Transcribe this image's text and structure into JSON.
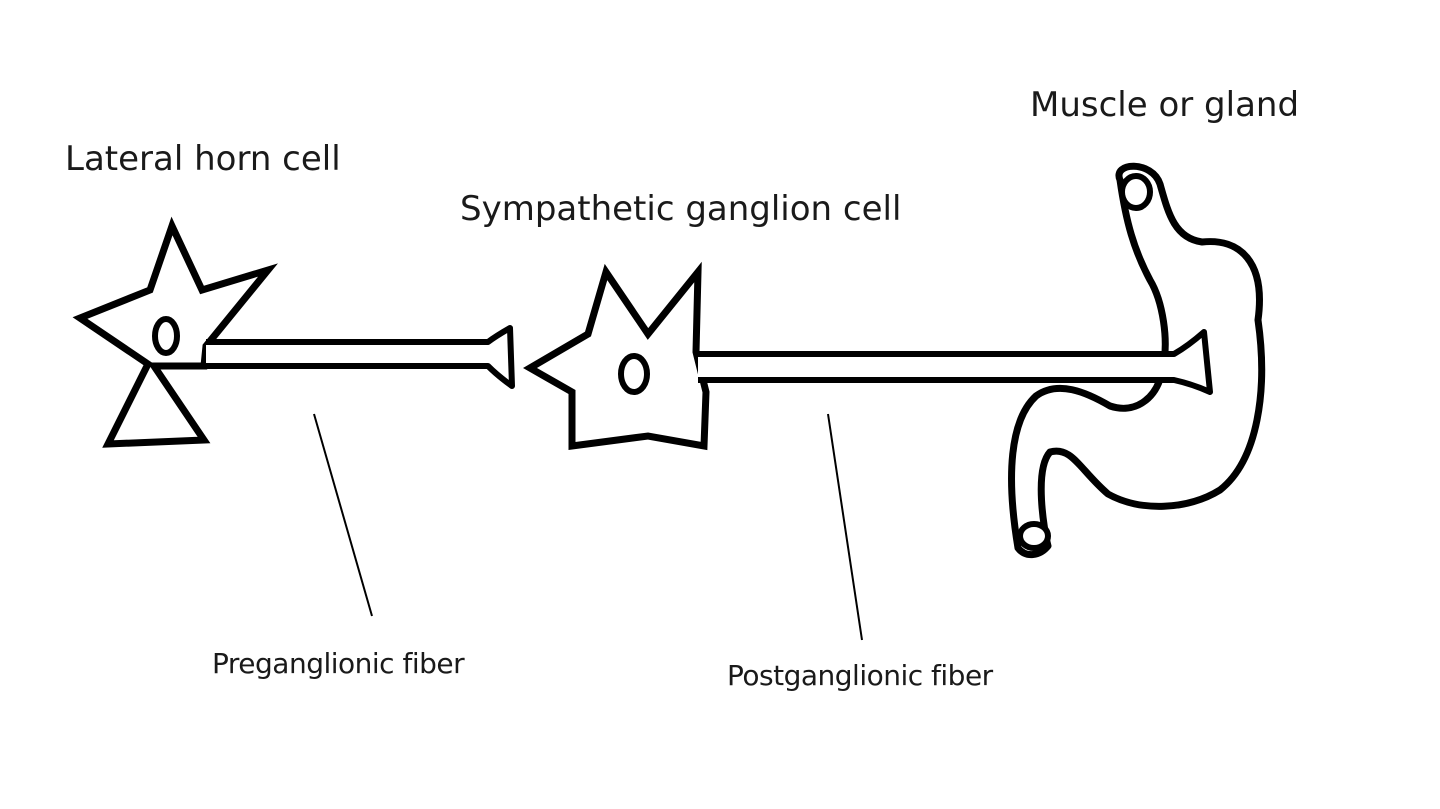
{
  "labels": {
    "lateral_horn_cell": "Lateral horn cell",
    "sympathetic_ganglion_cell": "Sympathetic ganglion cell",
    "muscle_or_gland": "Muscle or gland",
    "preganglionic_fiber": "Preganglionic fiber",
    "postganglionic_fiber": "Postganglionic fiber"
  },
  "colors": {
    "stroke": "#000000",
    "background": "#ffffff",
    "text": "#1a1a1a"
  }
}
